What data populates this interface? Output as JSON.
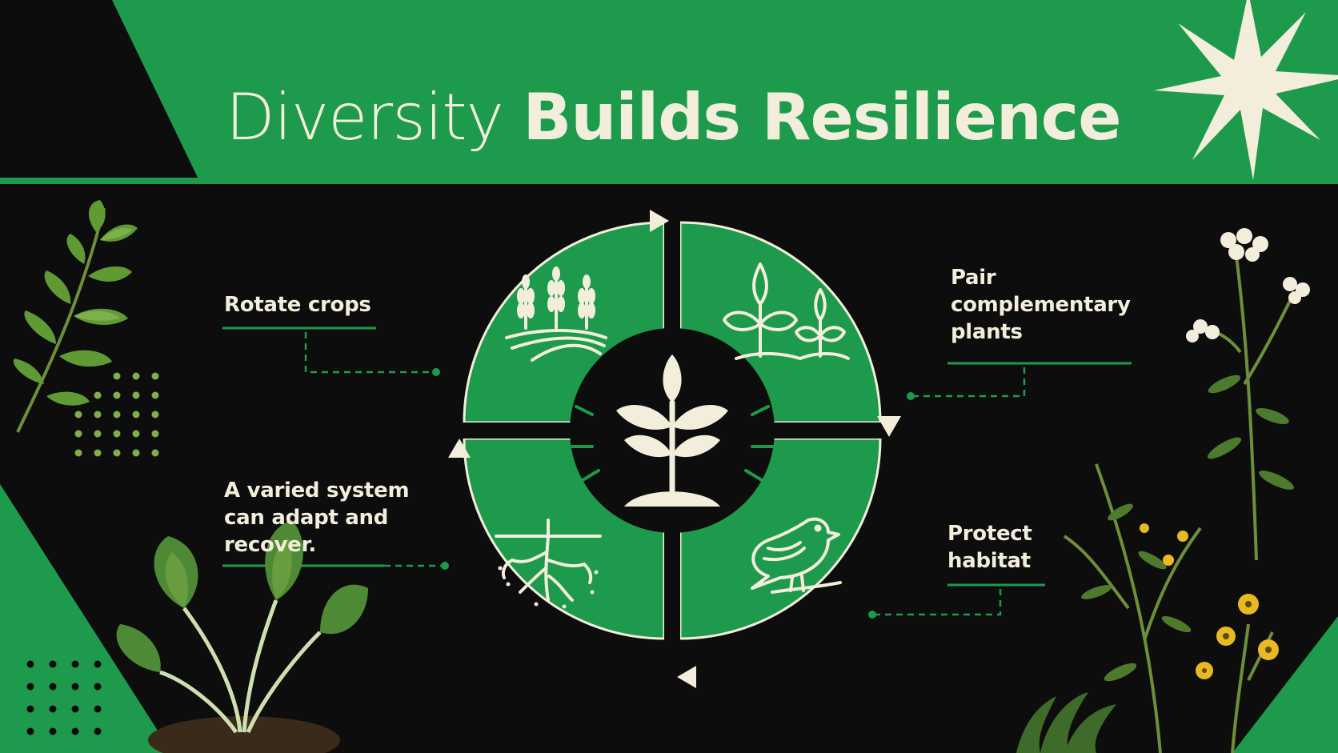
{
  "title": {
    "light": "Diversity",
    "bold": "Builds Resilience"
  },
  "labels": {
    "rotate": "Rotate crops",
    "pair": [
      "Pair",
      "complementary",
      "plants"
    ],
    "varied": [
      "A varied system",
      "can adapt and",
      "recover."
    ],
    "habitat": [
      "Protect",
      "habitat"
    ]
  },
  "cycle": {
    "quadrants": [
      {
        "name": "crop-rotation",
        "icon": "wheat-field-icon"
      },
      {
        "name": "complementary-plants",
        "icon": "seedlings-icon"
      },
      {
        "name": "habitat",
        "icon": "bird-icon"
      },
      {
        "name": "soil-roots",
        "icon": "roots-icon"
      }
    ],
    "center_icon": "sprout-icon"
  },
  "colors": {
    "green": "#1e9a4c",
    "black": "#0d0d0d",
    "cream": "#f3eedb",
    "leaf_dark": "#3f6b2a",
    "leaf_light": "#7fae4a",
    "flower_yellow": "#e8b923"
  }
}
